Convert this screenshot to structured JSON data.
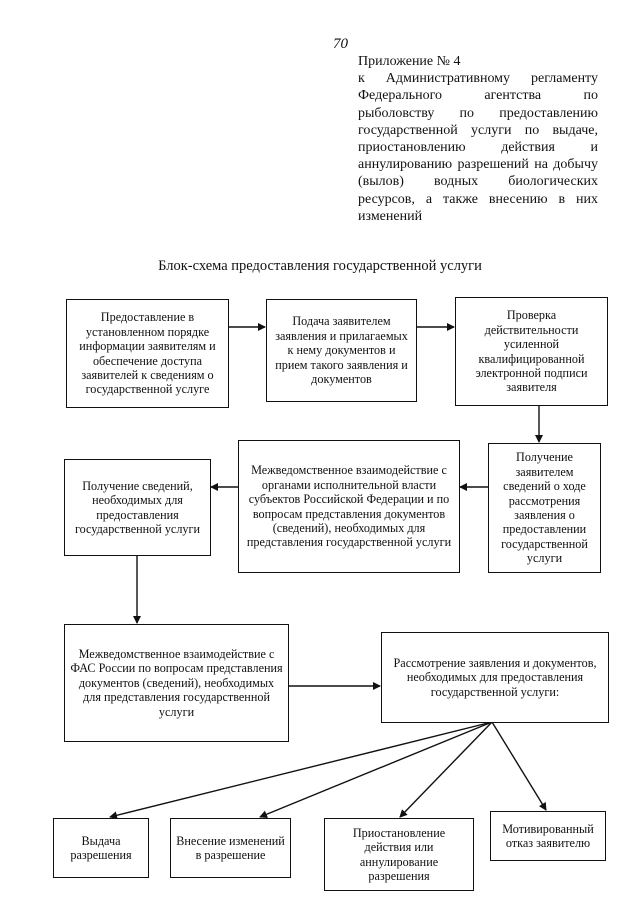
{
  "page_number": "70",
  "appendix": {
    "heading": "Приложение № 4",
    "text": "к Административному регламенту Федерального агентства по рыболовству по предоставлению государственной услуги по выдаче, приостановлению действия и аннулированию разрешений на добычу (вылов) водных биологических ресурсов, а также внесению в них изменений"
  },
  "title": "Блок-схема предоставления государственной услуги",
  "boxes": {
    "b1": "Предоставление в установленном порядке информации заявителям и обеспечение доступа заявителей к сведениям о государственной услуге",
    "b2": "Подача заявителем заявления и прилагаемых к нему документов и прием такого заявления и документов",
    "b3": "Проверка действительности усиленной квалифицированной электронной подписи заявителя",
    "b4": "Получение заявителем сведений о ходе рассмотрения заявления о предоставлении государственной услуги",
    "b5": "Межведомственное взаимодействие с органами исполнительной власти субъектов Российской Федерации и по вопросам представления документов (сведений), необходимых для представления государственной услуги",
    "b6": "Получение сведений, необходимых для предоставления государственной услуги",
    "b7": "Межведомственное взаимодействие с ФАС России по вопросам представления документов (сведений), необходимых для представления государственной услуги",
    "b8": "Рассмотрение заявления и документов, необходимых для предоставления государственной услуги:",
    "b9": "Выдача разрешения",
    "b10": "Внесение изменений в разрешение",
    "b11": "Приостановление действия или аннулирование разрешения",
    "b12": "Мотивированный отказ заявителю"
  }
}
